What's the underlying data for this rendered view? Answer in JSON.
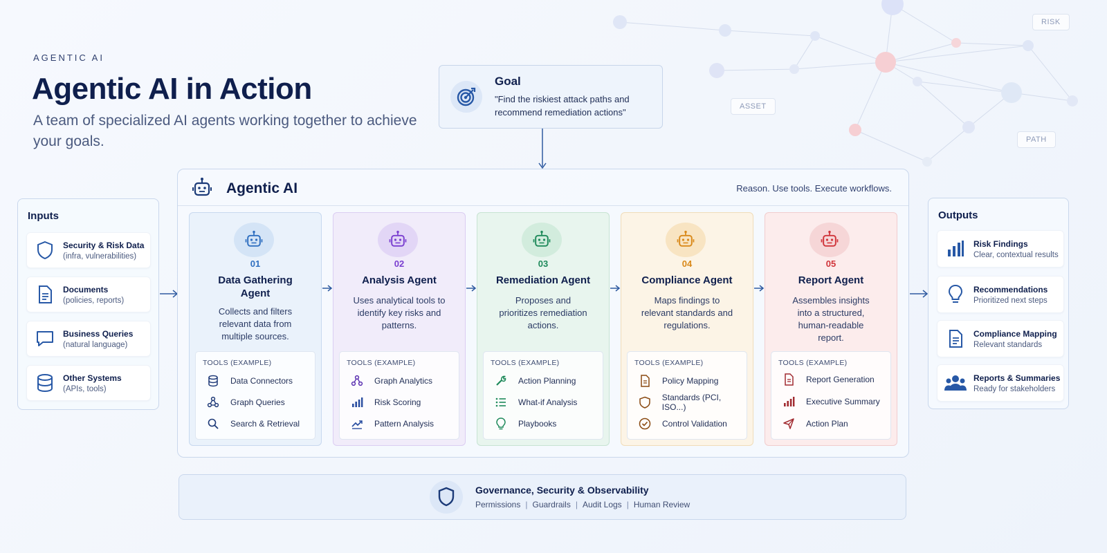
{
  "header": {
    "eyebrow": "AGENTIC AI",
    "title": "Agentic AI in Action",
    "subtitle": "A team of specialized AI agents working together to achieve your goals."
  },
  "network_tags": [
    "RISK",
    "ASSET",
    "PATH"
  ],
  "goal": {
    "title": "Goal",
    "text": "\"Find the riskiest attack paths and recommend remediation actions\""
  },
  "inputs": {
    "title": "Inputs",
    "items": [
      {
        "label": "Security & Risk Data",
        "sub": "(infra, vulnerabilities)",
        "icon": "shield-icon"
      },
      {
        "label": "Documents",
        "sub": "(policies, reports)",
        "icon": "document-icon"
      },
      {
        "label": "Business Queries",
        "sub": "(natural language)",
        "icon": "chat-icon"
      },
      {
        "label": "Other Systems",
        "sub": "(APIs, tools)",
        "icon": "database-icon"
      }
    ]
  },
  "main": {
    "title": "Agentic AI",
    "tagline": "Reason. Use tools. Execute workflows.",
    "tools_heading": "TOOLS (EXAMPLE)",
    "agents": [
      {
        "num": "01",
        "name": "Data Gathering Agent",
        "desc": "Collects and filters relevant data from multiple sources.",
        "color": "#2f6fc0",
        "tools": [
          {
            "label": "Data Connectors",
            "icon": "database-icon"
          },
          {
            "label": "Graph Queries",
            "icon": "graph-icon"
          },
          {
            "label": "Search & Retrieval",
            "icon": "search-icon"
          }
        ]
      },
      {
        "num": "02",
        "name": "Analysis Agent",
        "desc": "Uses analytical tools to identify key risks and patterns.",
        "color": "#7a3fd0",
        "tools": [
          {
            "label": "Graph Analytics",
            "icon": "graph-icon"
          },
          {
            "label": "Risk Scoring",
            "icon": "bar-chart-icon"
          },
          {
            "label": "Pattern Analysis",
            "icon": "trend-icon"
          }
        ]
      },
      {
        "num": "03",
        "name": "Remediation Agent",
        "desc": "Proposes and prioritizes remediation actions.",
        "color": "#1f8a5b",
        "tools": [
          {
            "label": "Action Planning",
            "icon": "wrench-icon"
          },
          {
            "label": "What-if Analysis",
            "icon": "list-icon"
          },
          {
            "label": "Playbooks",
            "icon": "lightbulb-icon"
          }
        ]
      },
      {
        "num": "04",
        "name": "Compliance Agent",
        "desc": "Maps findings to relevant standards and regulations.",
        "color": "#d9891a",
        "tools": [
          {
            "label": "Policy Mapping",
            "icon": "document-icon"
          },
          {
            "label": "Standards (PCI, ISO...)",
            "icon": "shield-icon"
          },
          {
            "label": "Control Validation",
            "icon": "check-circle-icon"
          }
        ]
      },
      {
        "num": "05",
        "name": "Report Agent",
        "desc": "Assembles insights into a structured, human-readable report.",
        "color": "#d0343a",
        "tools": [
          {
            "label": "Report Generation",
            "icon": "document-icon"
          },
          {
            "label": "Executive Summary",
            "icon": "bar-chart-icon"
          },
          {
            "label": "Action Plan",
            "icon": "send-icon"
          }
        ]
      }
    ]
  },
  "outputs": {
    "title": "Outputs",
    "items": [
      {
        "label": "Risk Findings",
        "sub": "Clear, contextual results",
        "icon": "bar-chart-icon"
      },
      {
        "label": "Recommendations",
        "sub": "Prioritized next steps",
        "icon": "lightbulb-icon"
      },
      {
        "label": "Compliance Mapping",
        "sub": "Relevant standards",
        "icon": "document-icon"
      },
      {
        "label": "Reports & Summaries",
        "sub": "Ready for stakeholders",
        "icon": "people-icon"
      }
    ]
  },
  "governance": {
    "title": "Governance, Security & Observability",
    "items": [
      "Permissions",
      "Guardrails",
      "Audit Logs",
      "Human Review"
    ]
  }
}
